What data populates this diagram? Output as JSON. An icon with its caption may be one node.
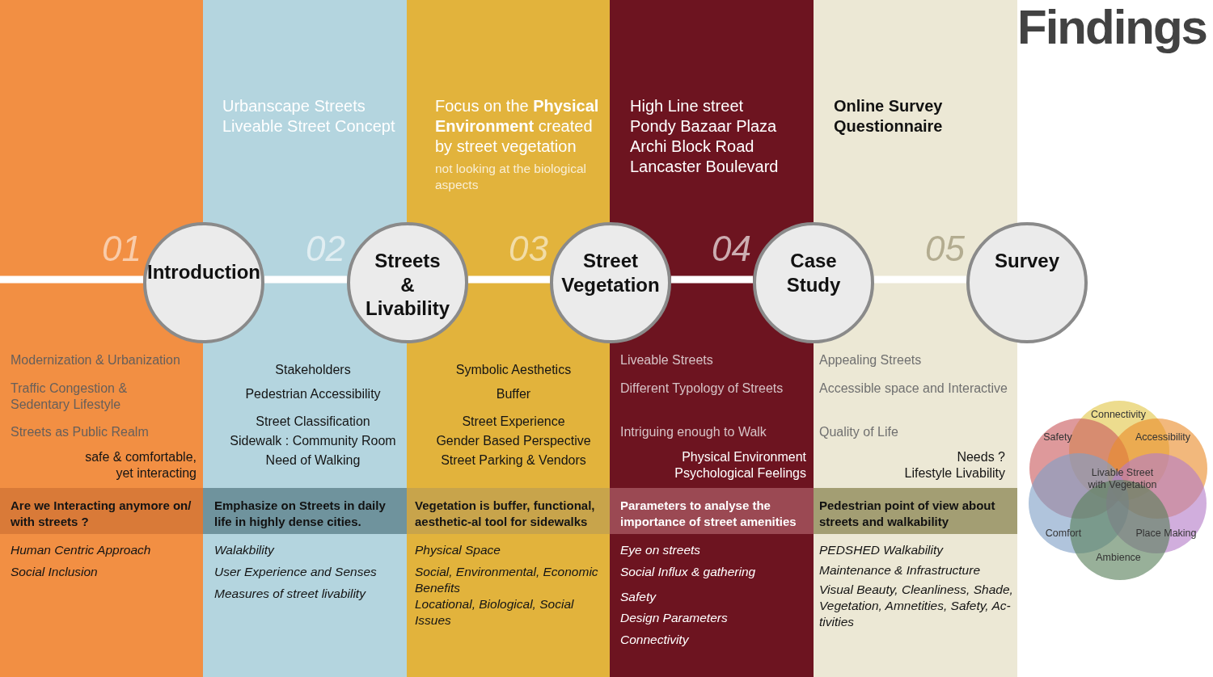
{
  "diagram": {
    "title": "Findings",
    "nodes": [
      {
        "text": [
          "Introduction"
        ],
        "beside": [
          "01"
        ]
      },
      {
        "text": [
          "Streets & Livability"
        ],
        "beside": [
          "02"
        ]
      },
      {
        "text": [
          "Street Vegetation"
        ],
        "beside": [
          "03"
        ]
      },
      {
        "text": [
          "Case Study"
        ],
        "beside": [
          "04"
        ]
      },
      {
        "text": [
          "Survey"
        ],
        "beside": [
          "05"
        ]
      },
      {
        "text": [
          "Modernization & Urbanization",
          "Traffic Congestion & Sedentary Lifestyle",
          "Streets as Public Realm",
          "safe & comfortable, yet interacting",
          "Human Centric Approach",
          "Social Inclusion"
        ]
      },
      {
        "text": [
          "Are we Interacting anymore on/ with streets ?"
        ],
        "in": 5
      },
      {
        "text": [
          "Urbanscape Streets",
          "Liveable Street Concept",
          "Stakeholders",
          "Pedestrian Accessibility",
          "Street Classification",
          "Sidewalk : Community Room",
          "Need of Walking",
          "Walakbility",
          "User Experience and Senses",
          "Measures of street livability"
        ]
      },
      {
        "text": [
          "Emphasize on Streets in daily life in highly dense cities."
        ],
        "in": 7
      },
      {
        "text": [
          "Focus on the **Physical Environment** created by street vegetation",
          "not looking at the biological aspects",
          "Symbolic Aesthetics",
          "Buffer",
          "Street Experience",
          "Gender Based Perspective",
          "Street Parking & Vendors",
          "Physical Space",
          "Social, Environmental, Economic Benefits",
          "Locational, Biological, Social Issues"
        ]
      },
      {
        "text": [
          "Vegetation is buffer, functional, aesthetic-al tool for sidewalks"
        ],
        "in": 9
      },
      {
        "text": [
          "High Line street",
          "Pondy Bazaar Plaza",
          "Archi Block Road",
          "Lancaster Boulevard",
          "Liveable Streets",
          "Different Typology of Streets",
          "Intriguing enough to Walk",
          "Physical Environment",
          "Psychological Feelings",
          "Eye on streets",
          "Social Influx & gathering",
          "Safety",
          "Design Parameters",
          "Connectivity"
        ]
      },
      {
        "text": [
          "Parameters to analyse the importance of street amenities"
        ],
        "in": 11
      },
      {
        "text": [
          "Online Survey Questionnaire",
          "Appealing Streets",
          "Accessible space and Interactive",
          "Quality of Life",
          "Needs ?",
          "Lifestyle Livability",
          "PEDSHED Walkability",
          "Maintenance & Infrastructure",
          "Visual Beauty, Cleanliness, Shade, Vegetation, Amnetities, Safety, Ac-tivities"
        ]
      },
      {
        "text": [
          "Pedestrian point of view about streets and walkability"
        ],
        "in": 13
      },
      {
        "text": [
          "Connectivity"
        ]
      },
      {
        "text": [
          "Safety"
        ]
      },
      {
        "text": [
          "Accessibility"
        ]
      },
      {
        "text": [
          "Comfort"
        ]
      },
      {
        "text": [
          "Place Making"
        ]
      },
      {
        "text": [
          "Ambience"
        ]
      }
    ],
    "edges": [
      {
        "from": 5,
        "to": 0,
        "arrow": "none"
      },
      {
        "from": 0,
        "to": 1,
        "arrow": "none"
      },
      {
        "from": 1,
        "to": 2,
        "arrow": "none"
      },
      {
        "from": 2,
        "to": 3,
        "arrow": "none"
      },
      {
        "from": 3,
        "to": 4,
        "arrow": "none"
      }
    ],
    "labels": [
      "Livable Street with Vegetation"
    ]
  }
}
